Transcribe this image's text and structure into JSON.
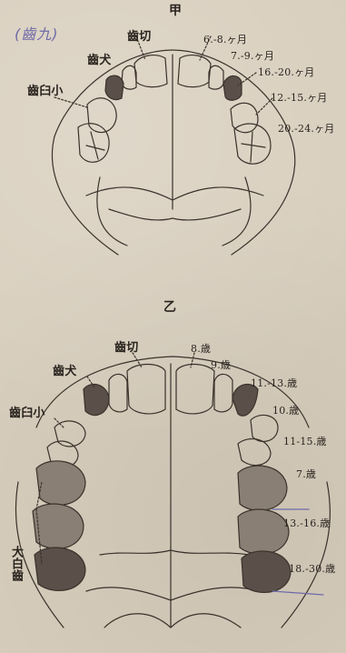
{
  "figure_a": {
    "title": "甲",
    "handwritten_note": "(齒九)",
    "labels": {
      "incisor": "齒切",
      "canine": "齒犬",
      "premolar": "齒臼小",
      "age_1": "6.-8.ヶ月",
      "age_2": "7.-9.ヶ月",
      "age_3": "16.-20.ヶ月",
      "age_4": "12.-15.ヶ月",
      "age_5": "20.-24.ヶ月"
    }
  },
  "figure_b": {
    "title": "乙",
    "labels": {
      "incisor": "齒切",
      "canine": "齒犬",
      "premolar": "齒臼小",
      "molar": "大白齒",
      "age_1": "8.歳",
      "age_2": "9.歳",
      "age_3": "11.-13.歳",
      "age_4": "10.歳",
      "age_5": "11-15.歳",
      "age_6": "7.歳",
      "age_7": "13.-16.歳",
      "age_8": "18.-30.歳"
    }
  }
}
